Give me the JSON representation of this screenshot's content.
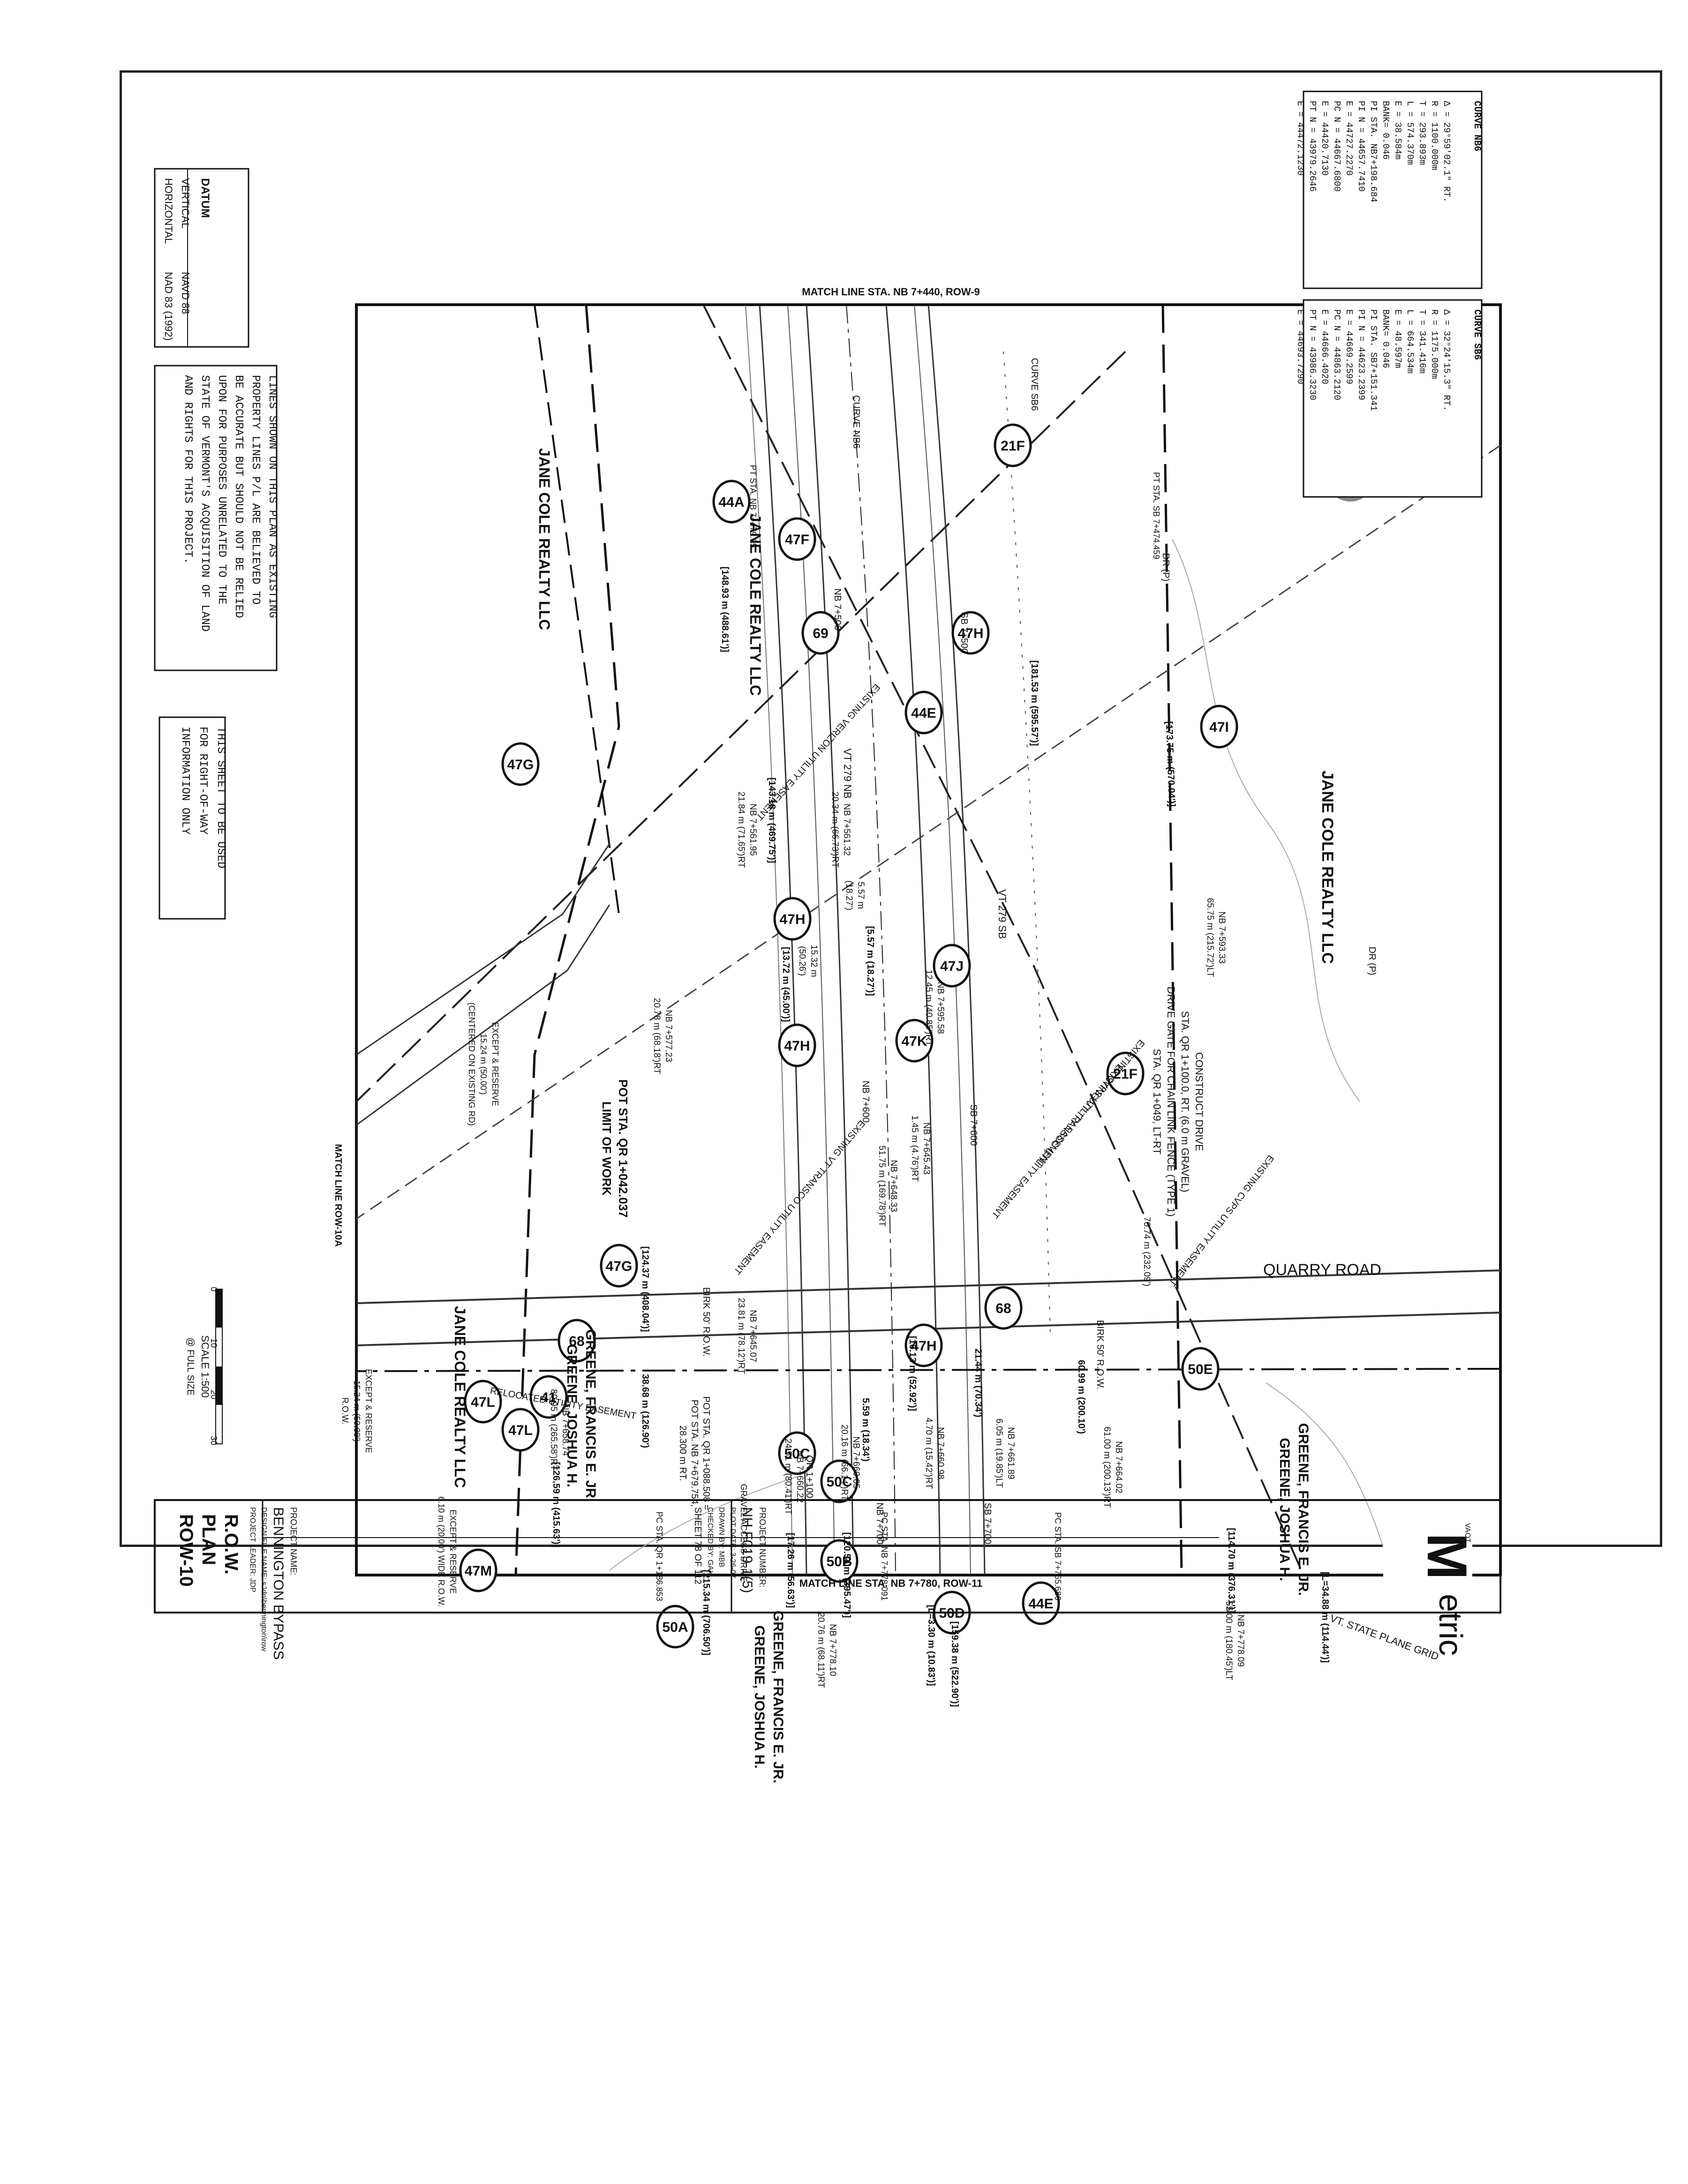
{
  "datum": {
    "heading": "DATUM",
    "vertical_label": "VERTICAL",
    "vertical_value": "NAVD 88",
    "horizontal_label": "HORIZONTAL",
    "horizontal_value": "NAD 83 (1992)"
  },
  "notes": {
    "property_lines": [
      "LINES SHOWN ON THIS PLAN AS EXISTING",
      "PROPERTY LINES P/L ARE BELIEVED TO",
      "BE ACCURATE BUT SHOULD NOT BE RELIED",
      "UPON FOR PURPOSES UNRELATED TO THE",
      "STATE OF VERMONT'S ACQUISITION OF LAND",
      "AND RIGHTS FOR THIS PROJECT."
    ],
    "row_use": [
      "THIS SHEET TO BE USED",
      "FOR RIGHT-OF-WAY",
      "INFORMATION ONLY"
    ]
  },
  "curve_nb": {
    "title": "CURVE NB6",
    "lines": [
      "Δ = 29°59'02.1\" RT.",
      "R = 1100.000m",
      "T = 293.893m",
      "L = 574.370m",
      "E = 38.584m",
      "BANK= 0.046",
      "PI STA. NB7+198.684",
      "PI N = 44657.7410",
      "E = 44727.2270",
      "PC N = 44667.6800",
      "E = 44420.7130",
      "PT N = 43979.2646",
      "E = 44472.1230"
    ]
  },
  "curve_sb": {
    "title": "CURVE SB6",
    "lines": [
      "Δ = 32°24'15.3\" RT.",
      "R = 1175.000m",
      "T = 341.416m",
      "L = 664.534m",
      "E = 48.597m",
      "BANK= 0.046",
      "PI STA. SB7+151.341",
      "PI N = 44623.2399",
      "E = 44669.2599",
      "PC N = 44863.2120",
      "E = 44666.4020",
      "PT N = 43986.3230",
      "E = 44693.7290"
    ]
  },
  "match_lines": {
    "top": "MATCH LINE STA. NB 7+440, ROW-9",
    "bottom": "MATCH LINE STA. NB 7+780, ROW-11",
    "left": "MATCH LINE ROW-10A"
  },
  "owners": {
    "jane_cole_1": "JANE COLE REALTY LLC",
    "jane_cole_2": "JANE COLE REALTY LLC",
    "jane_cole_3": "JANE COLE REALTY LLC",
    "jane_cole_4": "JANE COLE REALTY LLC",
    "greene_1": [
      "GREENE, FRANCIS E. JR.",
      "GREENE, JOSHUA H."
    ],
    "greene_2": [
      "GREENE, FRANCIS E. JR.",
      "GREENE, JOSHUA H."
    ],
    "greene_3": [
      "GREENE, FRANCIS E. JR.",
      "GREENE, JOSHUA H."
    ]
  },
  "notes_plan": {
    "construct_drive": [
      "CONSTRUCT DRIVE",
      "STA. QR 1+100.0, RT. (6.0 m GRAVEL)",
      "DRIVE GATE FOR CHAIN LINK FENCE (TYPE 1)",
      "STA. QR 1+049, LT-RT"
    ],
    "pot_limit": [
      "POT STA. QR 1+042.037",
      "LIMIT OF WORK"
    ],
    "except_reserve_1": [
      "EXCEPT & RESERVE",
      "15.24 m (50.00')",
      "(CENTERED ON EXISTING RD)"
    ],
    "except_reserve_2": [
      "EXCEPT & RESERVE",
      "15.24 m (50.00')",
      "R.O.W."
    ],
    "except_reserve_3": [
      "EXCEPT & RESERVE",
      "6.10 m (20.00') WIDE R.O.W."
    ],
    "pot_qr": [
      "POT STA. QR 1+088.508 =",
      "POT STA. NB 7+679.754,",
      "28.300 m RT."
    ],
    "quarry_road": "QUARRY ROAD",
    "vt_grid": "VT. STATE PLANE GRID",
    "birk": "BIRK 50' R.O.W.",
    "birk2": "BIRK 50' R.O.W.",
    "verizon": "EXISTING VERIZON UTILITY EASEMENT",
    "cvps": "EXISTING CVPS UTILITY EASEMENT",
    "cvps2": "EXISTING CVPS UTILITY EASEMENT",
    "vt_transco": "EXISTING VT TRANSCO UTILITY EASEMENT",
    "vt_transco2": "EXISTING VT TRANSCO UTILITY EASEMENT",
    "relocated": "RELOCATED UTILITY EASEMENT",
    "vt279nb": "VT 279 NB",
    "vt279sb": "VT 279 SB",
    "nb7500": "NB 7+500",
    "sb7500": "SB 7+500",
    "nb7600": "NB 7+600",
    "sb7600": "SB 7+600",
    "nb7700": "NB 7+700",
    "sb7700": "SB 7+700",
    "qr1100": "QR 1+100",
    "curve_sb_lbl": "CURVE SB6",
    "curve_nb_lbl": "CURVE NB6",
    "pt_sta_nb": "PT STA. NB 7+479.65",
    "pt_sta_sb": "PT STA. SB 7+474.459",
    "pc_sta_qr": "PC STA. QR 1+186.853",
    "pc_sta_sb": "PC STA. SB 7+765.686",
    "pc_sta_nb": "PC STA. NB 7+778.091",
    "dr_p": "DR (P)",
    "dr_p2": "DR (P)",
    "access_drive": "GRAVEL ACCESS DRIVE"
  },
  "dimensions": {
    "d1": "[173.75 m (570.04')]",
    "d2": "[181.53 m (595.57')]",
    "d3": "[148.93 m (488.61')]",
    "d4": "[143.18 m (469.75')]",
    "d5": "[124.37 m (408.04')]",
    "d6": "38.68 m (126.90')",
    "d7": "60.99 m (200.10')",
    "d8": "[114.70 m (376.31')]",
    "d9": "[159.38 m (522.90')]",
    "d10": "[126.59 m (415.63')]",
    "d11": "[L=34.88 m (114.44')]",
    "d12": "[215.34 m (706.50')]",
    "d13": "[L=3.30 m (10.83')]",
    "d14": "[120.54 m (395.47')]",
    "d15": "[17.26 m (56.63')]",
    "d16": "[16.13 m (52.92')]",
    "d17": "21.44 m (70.34')",
    "d18": "[13.72 m (45.00')]",
    "d19": "5.59 m (18.34')",
    "d20": "[5.57 m (18.27')]"
  },
  "offsets": {
    "o1": [
      "NB 7+593.33",
      "65.75 m (215.72')LT"
    ],
    "o2": [
      "NB 7+595.58",
      "12.45 m (40.85')RT"
    ],
    "o3": [
      "NB 7+561.95",
      "21.84 m (71.65')RT"
    ],
    "o4": [
      "NB 7+561.32",
      "20.34 m (66.73')RT"
    ],
    "o5": [
      "NB 7+577.23",
      "20.78 m (68.18')RT"
    ],
    "o6": [
      "NB 7+645.43",
      "1.45 m (4.76')RT"
    ],
    "o7": [
      "NB 7+648.33",
      "51.75 m (169.78')RT"
    ],
    "o8": [
      "NB 7+645.07",
      "23.81 m (78.12')RT"
    ],
    "o9": [
      "NB 7+658.74",
      "80.95 m (265.58')RT"
    ],
    "o10": [
      "NB 7+660.22",
      "24.51 m (80.41')RT"
    ],
    "o11": [
      "NB 7+660.98",
      "4.70 m (15.42')RT"
    ],
    "o12": [
      "NB 7+661.89",
      "6.05 m (19.85')LT"
    ],
    "o13": [
      "NB 7+664.02",
      "61.00 m (200.13')RT"
    ],
    "o14": [
      "NB 7+778.09",
      "55.00 m (180.45')LT"
    ],
    "o15": [
      "NB 7+778.10",
      "20.76 m (68.11')RT"
    ],
    "o16": [
      "NB 7+660.05",
      "20.16 m (66.14')RT"
    ],
    "o17": [
      "15.32 m",
      "(50.26')"
    ],
    "o18": [
      "70.74 m (232.09')"
    ],
    "o19": [
      "5.57 m",
      "(18.27')"
    ]
  },
  "parcels": [
    "21F",
    "44A",
    "47F",
    "69",
    "47H",
    "44E",
    "47I",
    "47G",
    "47J",
    "47H",
    "47K",
    "47H",
    "21F",
    "47L",
    "47G",
    "68",
    "47H",
    "41",
    "68",
    "47L",
    "50E",
    "50C",
    "50C",
    "50B",
    "50D",
    "44E",
    "50A",
    "47M"
  ],
  "scale": {
    "ticks": [
      "0",
      "10",
      "20",
      "30"
    ],
    "label": "SCALE 1:500",
    "sub": "@ FULL SIZE"
  },
  "title_block": {
    "title": [
      "R.O.W.",
      "PLAN",
      "ROW-10"
    ],
    "project_name_label": "PROJECT NAME:",
    "project_name": "BENNINGTON BYPASS",
    "project_number_label": "PROJECT NUMBER:",
    "project_number": "NH F019-1(5)",
    "design_file": "DESIGN FILE NAME: s:\\dn\\bennington\\row",
    "project_leader": "PROJECT LEADER: JDP",
    "plot_date": "PLOT DATE: 3-26-07",
    "drawn_by": "DRAWN BY: MBB",
    "checked_by": "CHECKED BY: GAK",
    "sheet": "SHEET 78 OF 112"
  },
  "logo": {
    "mark": "M",
    "small": "VAOT",
    "word": "etric"
  }
}
